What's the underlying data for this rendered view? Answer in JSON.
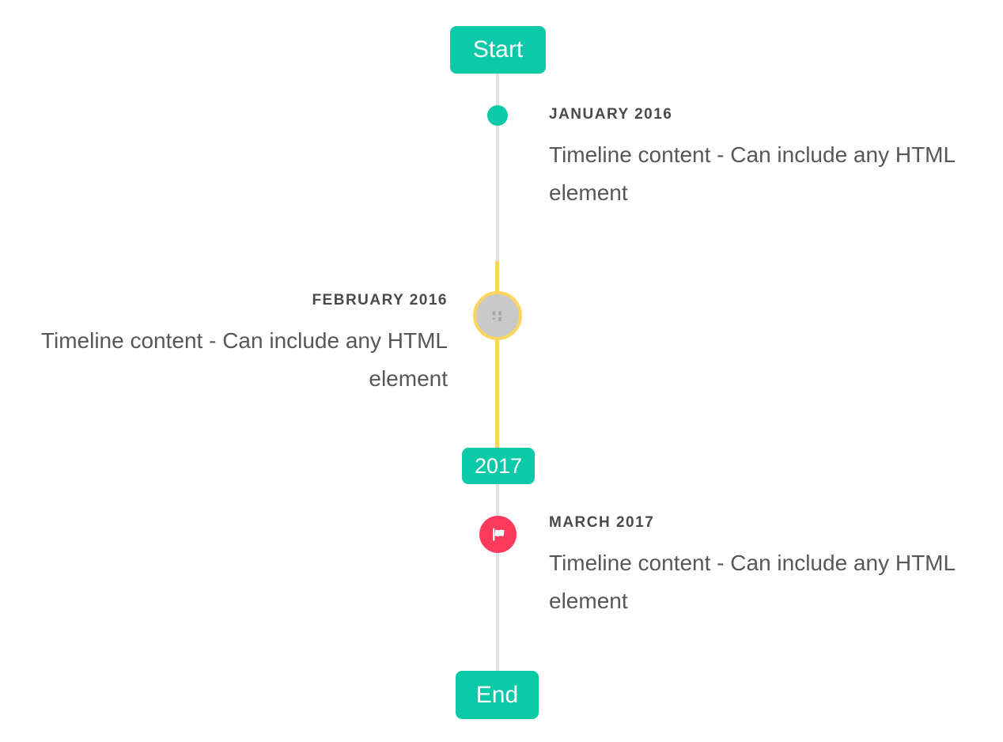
{
  "colors": {
    "teal": "#0cc9a8",
    "yellow": "#fbd55e",
    "red": "#fb3a5c",
    "line_gray": "#e0e0e0",
    "circle_gray": "#c9c9c9",
    "title_text": "#4a4a4a",
    "body_text": "#55585a",
    "badge_text": "#ffffff"
  },
  "timeline": {
    "start_label": "Start",
    "year_label": "2017",
    "end_label": "End",
    "items": [
      {
        "title": "JANUARY 2016",
        "content": "Timeline content - Can include any HTML element",
        "side": "right",
        "marker": "teal-dot"
      },
      {
        "title": "FEBRUARY 2016",
        "content": "Timeline content - Can include any HTML element",
        "side": "left",
        "marker": "gray-image-circle-yellow-ring"
      },
      {
        "title": "MARCH 2017",
        "content": "Timeline content - Can include any HTML element",
        "side": "right",
        "marker": "red-flag-circle"
      }
    ]
  }
}
